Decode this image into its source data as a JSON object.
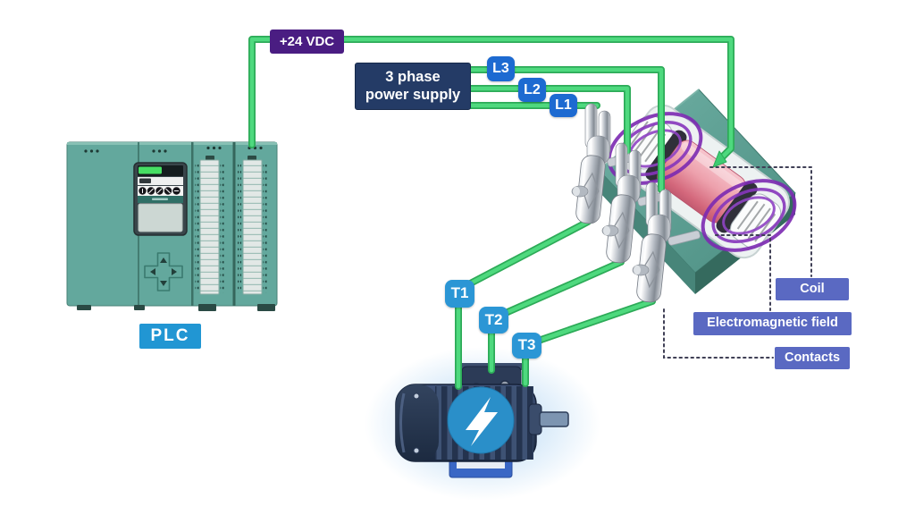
{
  "labels": {
    "vdc": "+24 VDC",
    "power_supply": {
      "line1": "3 phase",
      "line2": "power supply"
    },
    "phase_lines": [
      "L3",
      "L2",
      "L1"
    ],
    "motor_terminals": [
      "T1",
      "T2",
      "T3"
    ],
    "plc": "PLC",
    "callouts": {
      "coil": "Coil",
      "em_field": "Electromagnetic field",
      "contacts": "Contacts"
    }
  },
  "icons": {
    "motor_badge": "lightning-bolt-icon",
    "plc_run_led": "green-led-bar",
    "plc_dpad": "directional-pad"
  },
  "colors": {
    "background": "#ffffff",
    "wire_green": "#3ecb72",
    "vdc_label_bg": "#4a1d82",
    "power_supply_bg": "#243b66",
    "phase_label_bg": "#1d6ad1",
    "terminal_label_bg": "#2b96d5",
    "plc_label_bg": "#2196d3",
    "callout_bg": "#5a69c2",
    "plc_body_teal": "#63a89d",
    "contactor_teal": "#579a8e",
    "coil_pink": "#e8919f",
    "field_purple": "#7c2ab2",
    "motor_body_navy": "#2a3a55",
    "motor_badge_blue": "#2a8fc9"
  },
  "wires": [
    {
      "name": "plus-24vdc-wire",
      "from": "PLC",
      "to": "contactor coil",
      "label": "+24 VDC",
      "color": "#3ecb72"
    },
    {
      "name": "l3-wire",
      "from": "3 phase power supply",
      "to": "contact 3",
      "label": "L3",
      "color": "#3ecb72"
    },
    {
      "name": "l2-wire",
      "from": "3 phase power supply",
      "to": "contact 2",
      "label": "L2",
      "color": "#3ecb72"
    },
    {
      "name": "l1-wire",
      "from": "3 phase power supply",
      "to": "contact 1",
      "label": "L1",
      "color": "#3ecb72"
    },
    {
      "name": "t1-wire",
      "from": "contact 1",
      "to": "motor",
      "label": "T1",
      "color": "#3ecb72"
    },
    {
      "name": "t2-wire",
      "from": "contact 2",
      "to": "motor",
      "label": "T2",
      "color": "#3ecb72"
    },
    {
      "name": "t3-wire",
      "from": "contact 3",
      "to": "motor",
      "label": "T3",
      "color": "#3ecb72"
    }
  ]
}
